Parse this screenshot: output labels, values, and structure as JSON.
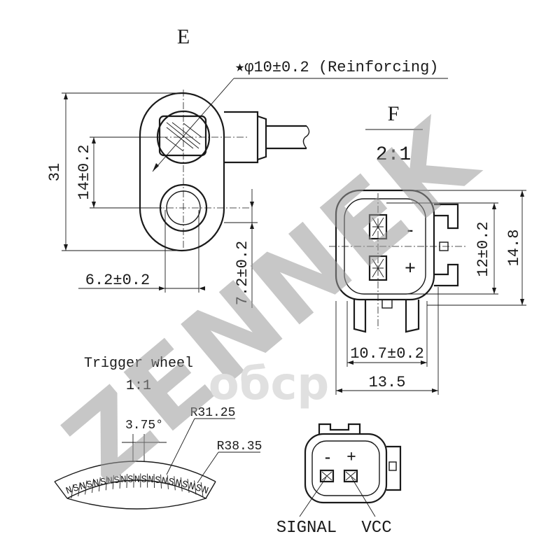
{
  "view_e": {
    "title": "E",
    "reinforcing_note": "★φ10±0.2 (Reinforcing)",
    "dim_total": "31",
    "dim_hole_spacing": "14±0.2",
    "dim_offset_x": "6.2±0.2",
    "dim_offset_y": "7.2±0.2"
  },
  "view_f": {
    "title": "F",
    "scale": "2:1",
    "pin_minus": "-",
    "pin_plus": "+",
    "dim_pin_span": "12±0.2",
    "dim_height": "14.8",
    "dim_inner_width": "10.7±0.2",
    "dim_outer_width": "13.5"
  },
  "trigger_wheel": {
    "title": "Trigger wheel",
    "scale": "1:1",
    "pitch_angle": "3.75°",
    "inner_radius": "R31.25",
    "outer_radius": "R38.35",
    "pole_letters": [
      "N",
      "S",
      "N",
      "S",
      "N",
      "S",
      "N",
      "S",
      "N",
      "S",
      "N",
      "S",
      "N",
      "S",
      "N",
      "S",
      "N",
      "S",
      "N",
      "S",
      "N"
    ]
  },
  "connector_pinout": {
    "pin_minus": "-",
    "pin_plus": "+",
    "label_signal": "SIGNAL",
    "label_vcc": "VCC"
  },
  "watermark": {
    "brand_text": "ZENNEK",
    "secondary_text": "oбcp"
  }
}
